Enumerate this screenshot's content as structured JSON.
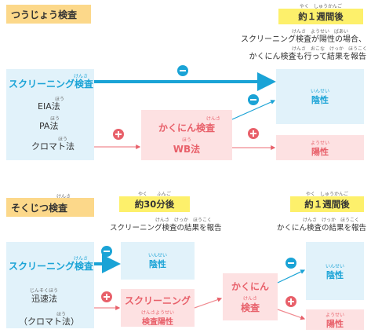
{
  "routine": {
    "header": "つうじょう検査",
    "result_label": {
      "furigana": "やく　しゅうかんご",
      "text": "約１週間後"
    },
    "note_line1": {
      "furigana": "けんさ　ようせい　ばあい",
      "text": "スクリーニング検査が陽性の場合、"
    },
    "note_line2": {
      "furigana": "けんさ　おこな　けっか　ほうこく",
      "text": "かくにん検査も行って結果を報告"
    },
    "screening": {
      "furigana": "けんさ",
      "title": "スクリーニング検査"
    },
    "methods": [
      {
        "furigana": "ほう",
        "text": "EIA法"
      },
      {
        "furigana": "ほう",
        "text": "PA法"
      },
      {
        "furigana": "ほう",
        "text": "クロマト法"
      }
    ],
    "confirm": {
      "furigana": "けんさ",
      "title": "かくにん検査",
      "sub_furigana": "ほう",
      "sub": "WB法"
    },
    "negative": {
      "furigana": "いんせい",
      "text": "陰性",
      "sign": "−"
    },
    "positive": {
      "furigana": "ようせい",
      "text": "陽性",
      "sign": "+"
    }
  },
  "rapid": {
    "header": "そくじつ検査",
    "header_furigana": "けんさ",
    "result_30": {
      "furigana": "やく　　ふんご",
      "text": "約30分後"
    },
    "result_30_note": {
      "furigana": "けんさ　けっか　ほうこく",
      "text": "スクリーニング検査の結果を報告"
    },
    "result_week": {
      "furigana": "やく　しゅうかんご",
      "text": "約１週間後"
    },
    "result_week_note": {
      "furigana": "けんさ　けっか　ほうこく",
      "text": "かくにん検査の結果を報告"
    },
    "screening": {
      "furigana": "けんさ",
      "title": "スクリーニング検査"
    },
    "methods": [
      {
        "furigana": "じんそくほう",
        "text": "迅速法"
      },
      {
        "furigana": "ほう",
        "text": "（クロマト法）"
      }
    ],
    "negative_30": {
      "furigana": "いんせい",
      "text": "陰性",
      "sign": "−"
    },
    "positive_screen": {
      "title": "スクリーニング",
      "furigana": "けんさようせい",
      "sub": "検査陽性",
      "sign": "+"
    },
    "confirm": {
      "title": "かくにん",
      "furigana": "けんさ",
      "sub": "検査"
    },
    "negative": {
      "furigana": "いんせい",
      "text": "陰性",
      "sign": "−"
    },
    "positive": {
      "furigana": "ようせい",
      "text": "陽性",
      "sign": "+"
    }
  }
}
